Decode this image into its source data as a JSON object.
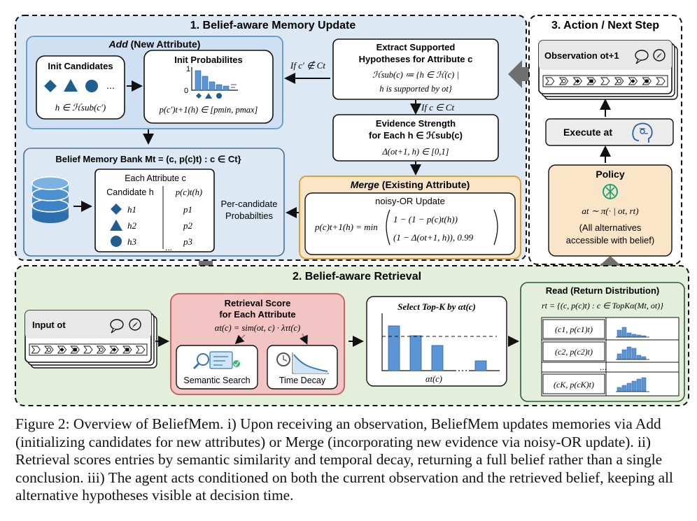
{
  "panels": {
    "update": {
      "title": "1. Belief-aware Memory Update",
      "add": {
        "heading_em": "Add",
        "heading_rest": " (New Attribute)",
        "init_candidates": {
          "title": "Init Candidates",
          "ellipsis": "...",
          "formula": "h ∈ ℋsub(c′)"
        },
        "init_probabilities": {
          "title": "Init Probabilites",
          "axis_top": "1",
          "axis_bottom": "0",
          "formula": "p(c′)t+1(h) ∈ [pmin, pmax]"
        }
      },
      "condition_new": "If c′ ∉ Ct",
      "condition_existing": "If c ∈ Ct",
      "extract": {
        "line1": "Extract Supported",
        "line2": "Hypotheses for Attribute c",
        "formula1": "ℋsub(c) ≔ {h ∈ ℋ(c) |",
        "formula2": "h is supported by ot}"
      },
      "evidence": {
        "line1": "Evidence Strength",
        "line2": "for Each h ∈ ℋsub(c)",
        "formula": "Δ(ot+1, h) ∈ [0,1]"
      },
      "bank": {
        "title": "Belief Memory Bank Mt = (c, p(c)t) : c ∈ Ct}",
        "attr": "Each Attribute c",
        "col_candidate": "Candidate h",
        "col_prob": "p(c)t(h)",
        "rows": [
          {
            "h": "h1",
            "p": "p1"
          },
          {
            "h": "h2",
            "p": "p2"
          },
          {
            "h": "h3",
            "p": "p3"
          }
        ],
        "ellipsis": "...",
        "side_label_1": "Per-candidate",
        "side_label_2": "Probabilties"
      },
      "merge": {
        "heading_em": "Merge",
        "heading_rest": " (Existing Attribute)",
        "sub": "noisy-OR Update",
        "lhs": "p(c)t+1(h) = min",
        "line1": "1 − (1 − p(c)t(h))",
        "line2": "(1 − Δ(ot+1, h)), 0.99"
      }
    },
    "action": {
      "title": "3. Action / Next Step",
      "observation": "Observation ot+1",
      "execute": "Execute at",
      "policy_title": "Policy",
      "policy_formula": "at ∼ π(· | ot, rt)",
      "policy_note_1": "(All alternatives",
      "policy_note_2": "accessible with belief)"
    },
    "retrieval": {
      "title": "2. Belief-aware Retrieval",
      "input": "Input ot",
      "score": {
        "line1": "Retrieval Score",
        "line2": "for Each Attribute",
        "formula": "αt(c) = sim(ot, c) · λτt(c)",
        "semantic": "Semantic Search",
        "decay": "Time Decay"
      },
      "topk": {
        "title": "Select Top-K by αt(c)",
        "xlabel": "αt(c)"
      },
      "read": {
        "title": "Read (Return Distribution)",
        "formula": "rt = {(c, p(c)t) : c ∈ TopKα(Mt, ot)}",
        "rows": [
          "(c1, p(c1)t)",
          "(c2, p(c2)t)",
          "(cK, p(cK)t)"
        ],
        "ellipsis": "..."
      }
    }
  },
  "caption": "Figure 2: Overview of BeliefMem. i) Upon receiving an observation, BeliefMem updates memories via Add (initializing candidates for new attributes) or Merge (incorporating new evidence via noisy-OR update). ii) Retrieval scores entries by semantic similarity and temporal decay, returning a full belief rather than a single conclusion. iii) The agent acts conditioned on both the current observation and the retrieved belief, keeping all alternative hypotheses visible at decision time.",
  "colors": {
    "update_bg": "#dce8f4",
    "retrieval_bg": "#e3eedb",
    "add_bg": "#cfe0f3",
    "merge_bg": "#fbe5c8",
    "merge_border": "#d7a23c",
    "score_bg": "#f3c4c4",
    "policy_bg": "#fbe5c8",
    "bar_blue": "#5b95d4",
    "shape_blue": "#1f5e8e"
  }
}
